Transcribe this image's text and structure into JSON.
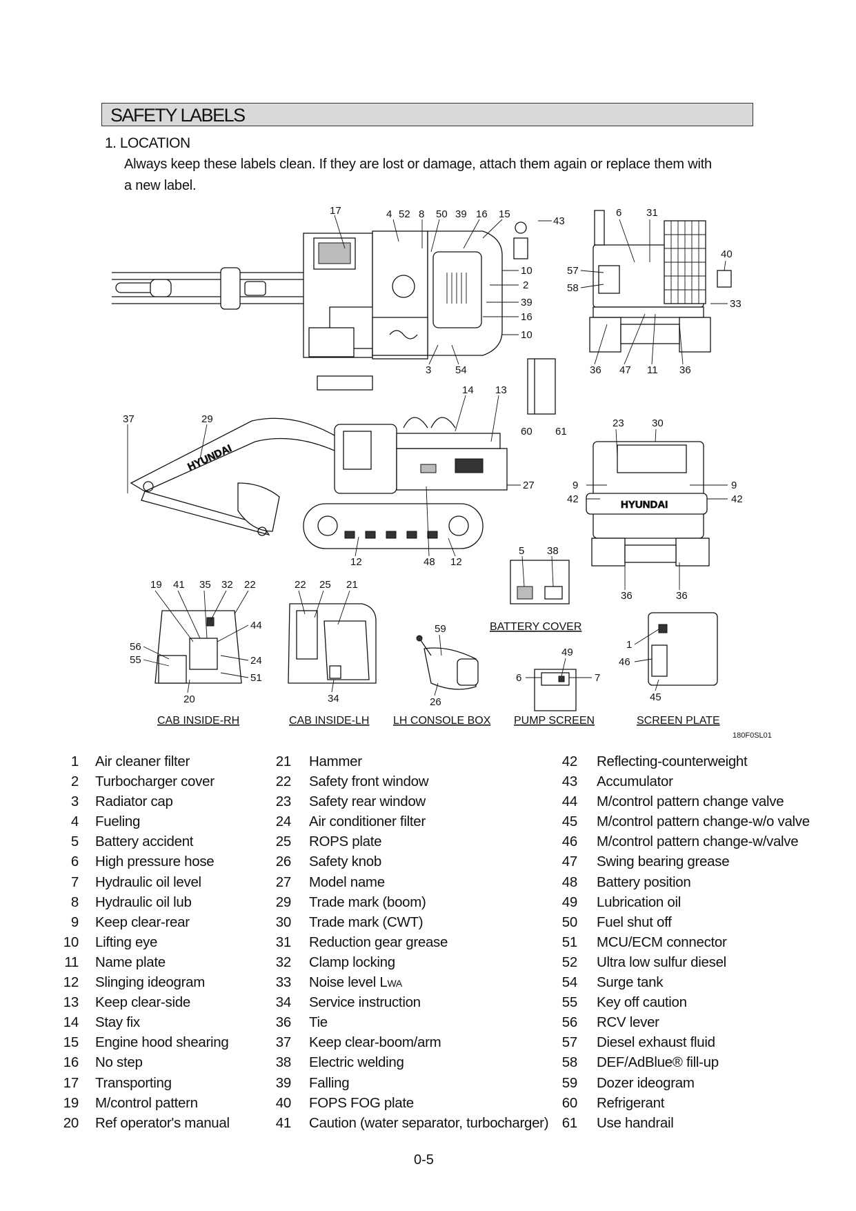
{
  "header": {
    "title": "SAFETY LABELS"
  },
  "subheading": "1.  LOCATION",
  "intro": [
    "Always keep these labels clean.  If they are lost or damage, attach them again or replace them with",
    "a new label."
  ],
  "callouts": {
    "top": [
      "17",
      "4",
      "52",
      "8",
      "50",
      "39",
      "16",
      "15",
      "43"
    ],
    "top_right": [
      "10",
      "2",
      "39",
      "16",
      "10",
      "3",
      "54"
    ],
    "rear_top": [
      "6",
      "31",
      "40",
      "57",
      "58",
      "33",
      "36",
      "47",
      "11",
      "36"
    ],
    "side": [
      "14",
      "13",
      "60",
      "61",
      "37",
      "29",
      "27",
      "12",
      "48",
      "12"
    ],
    "rear": [
      "23",
      "30",
      "9",
      "9",
      "42",
      "42",
      "36",
      "36"
    ],
    "battery": [
      "5",
      "38"
    ],
    "cab_rh": [
      "19",
      "41",
      "35",
      "32",
      "22",
      "44",
      "56",
      "55",
      "24",
      "51",
      "20"
    ],
    "cab_lh": [
      "22",
      "25",
      "21",
      "34"
    ],
    "console": [
      "59",
      "26"
    ],
    "pump": [
      "49",
      "6",
      "7"
    ],
    "screen": [
      "1",
      "46",
      "45"
    ]
  },
  "captions": {
    "battery_cover": "BATTERY COVER",
    "cab_rh": "CAB INSIDE-RH",
    "cab_lh": "CAB INSIDE-LH",
    "console": "LH CONSOLE BOX",
    "pump": "PUMP SCREEN",
    "screen": "SCREEN PLATE"
  },
  "figure_code": "180F0SL01",
  "brand": {
    "boom": "HYUNDAI",
    "counterweight": "HYUNDAI"
  },
  "legend": {
    "col1": [
      {
        "num": "1",
        "label": "Air cleaner filter"
      },
      {
        "num": "2",
        "label": "Turbocharger cover"
      },
      {
        "num": "3",
        "label": "Radiator cap"
      },
      {
        "num": "4",
        "label": "Fueling"
      },
      {
        "num": "5",
        "label": "Battery accident"
      },
      {
        "num": "6",
        "label": "High pressure hose"
      },
      {
        "num": "7",
        "label": "Hydraulic oil level"
      },
      {
        "num": "8",
        "label": "Hydraulic oil lub"
      },
      {
        "num": "9",
        "label": "Keep clear-rear"
      },
      {
        "num": "10",
        "label": "Lifting eye"
      },
      {
        "num": "11",
        "label": "Name plate"
      },
      {
        "num": "12",
        "label": "Slinging ideogram"
      },
      {
        "num": "13",
        "label": "Keep clear-side"
      },
      {
        "num": "14",
        "label": "Stay fix"
      },
      {
        "num": "15",
        "label": "Engine hood shearing"
      },
      {
        "num": "16",
        "label": "No step"
      },
      {
        "num": "17",
        "label": "Transporting"
      },
      {
        "num": "19",
        "label": "M/control pattern"
      },
      {
        "num": "20",
        "label": "Ref operator's manual"
      }
    ],
    "col2": [
      {
        "num": "21",
        "label": "Hammer"
      },
      {
        "num": "22",
        "label": "Safety front window"
      },
      {
        "num": "23",
        "label": "Safety rear window"
      },
      {
        "num": "24",
        "label": "Air conditioner filter"
      },
      {
        "num": "25",
        "label": "ROPS plate"
      },
      {
        "num": "26",
        "label": "Safety knob"
      },
      {
        "num": "27",
        "label": "Model name"
      },
      {
        "num": "29",
        "label": "Trade mark (boom)"
      },
      {
        "num": "30",
        "label": "Trade mark (CWT)"
      },
      {
        "num": "31",
        "label": "Reduction gear grease"
      },
      {
        "num": "32",
        "label": "Clamp locking"
      },
      {
        "num": "33",
        "label": "Noise level LWA"
      },
      {
        "num": "34",
        "label": "Service instruction"
      },
      {
        "num": "36",
        "label": "Tie"
      },
      {
        "num": "37",
        "label": "Keep clear-boom/arm"
      },
      {
        "num": "38",
        "label": "Electric welding"
      },
      {
        "num": "39",
        "label": "Falling"
      },
      {
        "num": "40",
        "label": "FOPS FOG plate"
      },
      {
        "num": "41",
        "label": "Caution (water separator, turbocharger)"
      }
    ],
    "col3": [
      {
        "num": "42",
        "label": "Reflecting-counterweight"
      },
      {
        "num": "43",
        "label": "Accumulator"
      },
      {
        "num": "44",
        "label": "M/control pattern change valve"
      },
      {
        "num": "45",
        "label": "M/control pattern change-w/o valve"
      },
      {
        "num": "46",
        "label": "M/control pattern change-w/valve"
      },
      {
        "num": "47",
        "label": "Swing bearing grease"
      },
      {
        "num": "48",
        "label": "Battery position"
      },
      {
        "num": "49",
        "label": "Lubrication oil"
      },
      {
        "num": "50",
        "label": "Fuel shut off"
      },
      {
        "num": "51",
        "label": "MCU/ECM connector"
      },
      {
        "num": "52",
        "label": "Ultra low sulfur diesel"
      },
      {
        "num": "54",
        "label": "Surge tank"
      },
      {
        "num": "55",
        "label": "Key off caution"
      },
      {
        "num": "56",
        "label": "RCV lever"
      },
      {
        "num": "57",
        "label": "Diesel exhaust fluid"
      },
      {
        "num": "58",
        "label": "DEF/AdBlue® fill-up"
      },
      {
        "num": "59",
        "label": "Dozer ideogram"
      },
      {
        "num": "60",
        "label": "Refrigerant"
      },
      {
        "num": "61",
        "label": "Use handrail"
      }
    ]
  },
  "page_number": "0-5"
}
